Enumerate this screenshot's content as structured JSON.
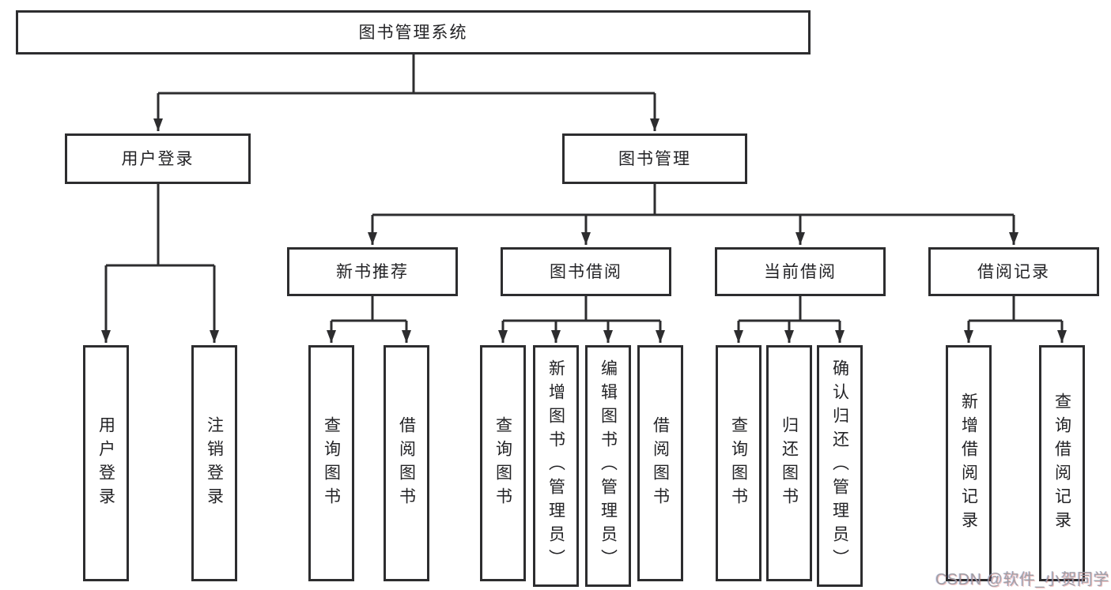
{
  "diagram": {
    "root": {
      "label": "图书管理系统"
    },
    "level1": [
      {
        "label": "用户登录"
      },
      {
        "label": "图书管理"
      }
    ],
    "level2": [
      {
        "label": "新书推荐"
      },
      {
        "label": "图书借阅"
      },
      {
        "label": "当前借阅"
      },
      {
        "label": "借阅记录"
      }
    ],
    "leaves": [
      {
        "label": "用户登录"
      },
      {
        "label": "注销登录"
      },
      {
        "label": "查询图书"
      },
      {
        "label": "借阅图书"
      },
      {
        "label": "查询图书"
      },
      {
        "label": "新增图书（管理员）"
      },
      {
        "label": "编辑图书（管理员）"
      },
      {
        "label": "借阅图书"
      },
      {
        "label": "查询图书"
      },
      {
        "label": "归还图书"
      },
      {
        "label": "确认归还（管理员）"
      },
      {
        "label": "新增借阅记录"
      },
      {
        "label": "查询借阅记录"
      }
    ]
  },
  "watermark": {
    "text": "CSDN @软件_小贺同学"
  },
  "colors": {
    "line": "#2d2d2f",
    "box_border": "#2d2d2f",
    "text": "#232326",
    "background": "#ffffff",
    "watermark": "#9a9ba1"
  }
}
